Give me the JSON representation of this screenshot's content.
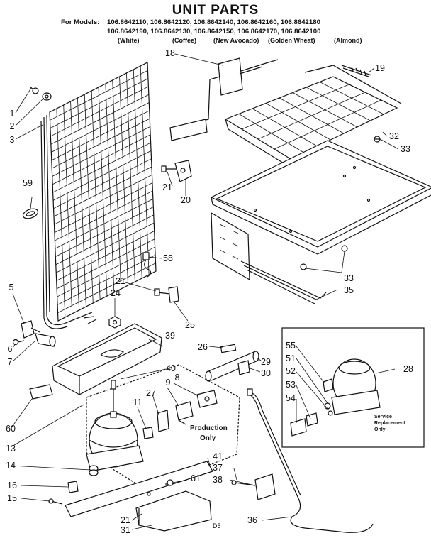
{
  "title": "UNIT PARTS",
  "models": {
    "prefix": "For Models:",
    "line1": "106.8642110, 106.8642120, 106.8642140, 106.8642160, 106.8642180",
    "line2": "106.8642190, 106.8642130, 106.8642150, 106.8642170, 106.8642100"
  },
  "colors": [
    "(White)",
    "(Coffee)",
    "(New Avocado)",
    "(Golden Wheat)",
    "(Almond)"
  ],
  "callouts": [
    "1",
    "2",
    "3",
    "5",
    "6",
    "7",
    "8",
    "9",
    "11",
    "13",
    "14",
    "15",
    "16",
    "18",
    "19",
    "20",
    "21",
    "21",
    "21",
    "24",
    "25",
    "26",
    "27",
    "28",
    "29",
    "30",
    "31",
    "32",
    "33",
    "33",
    "35",
    "36",
    "37",
    "38",
    "39",
    "40",
    "41",
    "51",
    "52",
    "53",
    "54",
    "55",
    "58",
    "59",
    "60",
    "61"
  ],
  "notes": {
    "production": "Production",
    "production2": "Only",
    "service1": "Service",
    "service2": "Replacement",
    "service3": "Only",
    "page_code": "D5"
  }
}
